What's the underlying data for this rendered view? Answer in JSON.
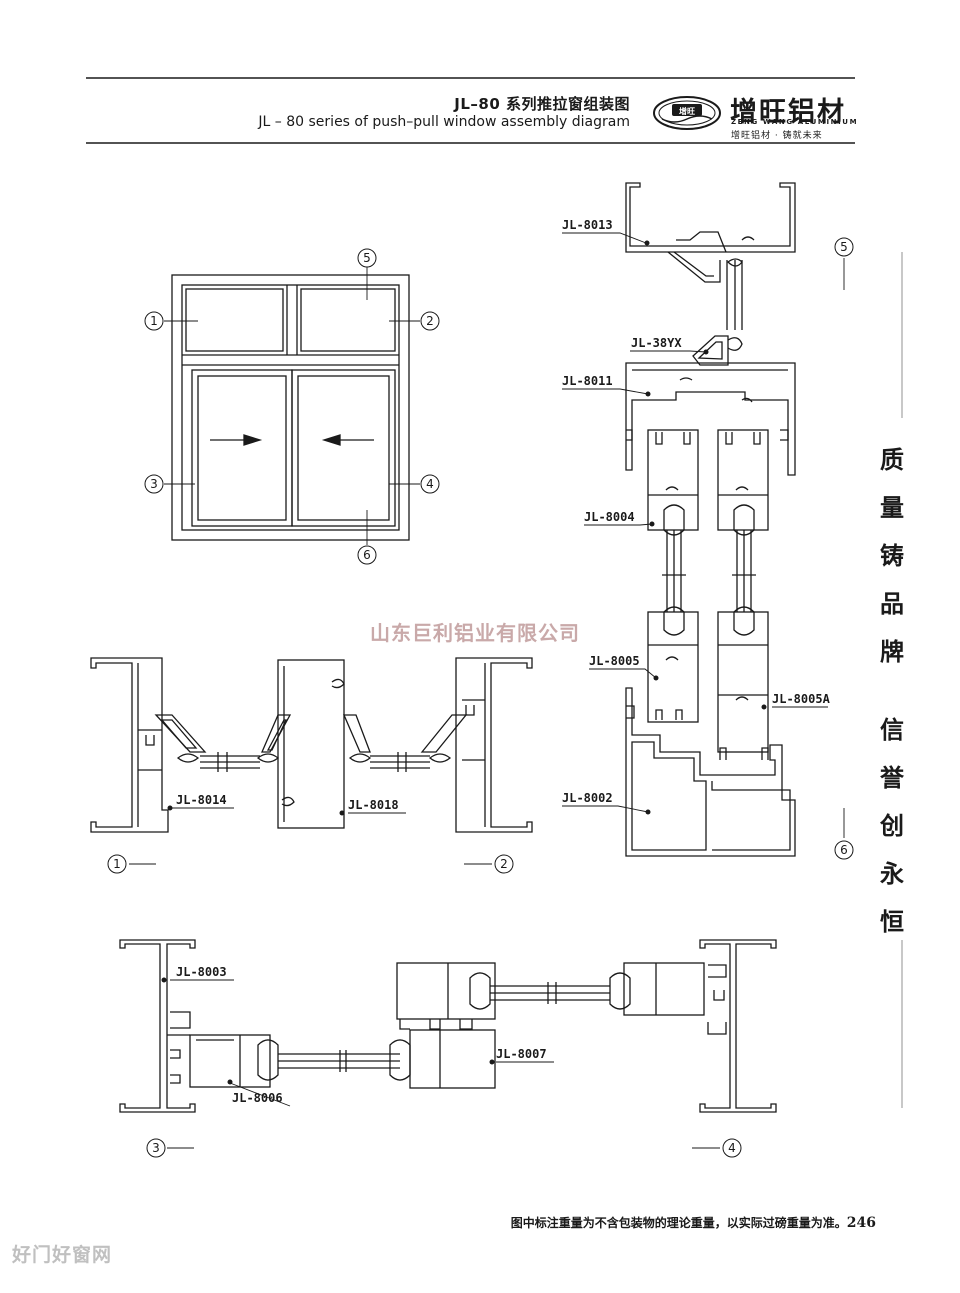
{
  "header": {
    "title_cn": "JL–80 系列推拉窗组装图",
    "title_en": "JL – 80 series of push–pull window assembly diagram"
  },
  "brand": {
    "logo_text": "增旺",
    "name_cn": "增旺铝材",
    "name_en": "ZENG WANG ALUMINIUM",
    "slogan": "增旺铝材 · 铸就未来"
  },
  "watermark": "山东巨利铝业有限公司",
  "side_slogan": [
    "质",
    "量",
    "铸",
    "品",
    "牌",
    "信",
    "誉",
    "创",
    "永",
    "恒"
  ],
  "callouts": [
    "1",
    "2",
    "3",
    "4",
    "5",
    "6"
  ],
  "profile_labels": {
    "p8013": "JL-8013",
    "p38yx": "JL-38YX",
    "p8011": "JL-8011",
    "p8004": "JL-8004",
    "p8005": "JL-8005",
    "p8005a": "JL-8005A",
    "p8002": "JL-8002",
    "p8014": "JL-8014",
    "p8018": "JL-8018",
    "p8003": "JL-8003",
    "p8006": "JL-8006",
    "p8007": "JL-8007"
  },
  "footer": {
    "note": "图中标注重量为不含包装物的理论重量，以实际过磅重量为准。",
    "page": "246"
  },
  "site_mark": "好门好窗网",
  "colors": {
    "line": "#1a1a1a",
    "watermark": "#c9a9a9",
    "site": "#c0c0c0",
    "rule": "#c8c8c8"
  }
}
